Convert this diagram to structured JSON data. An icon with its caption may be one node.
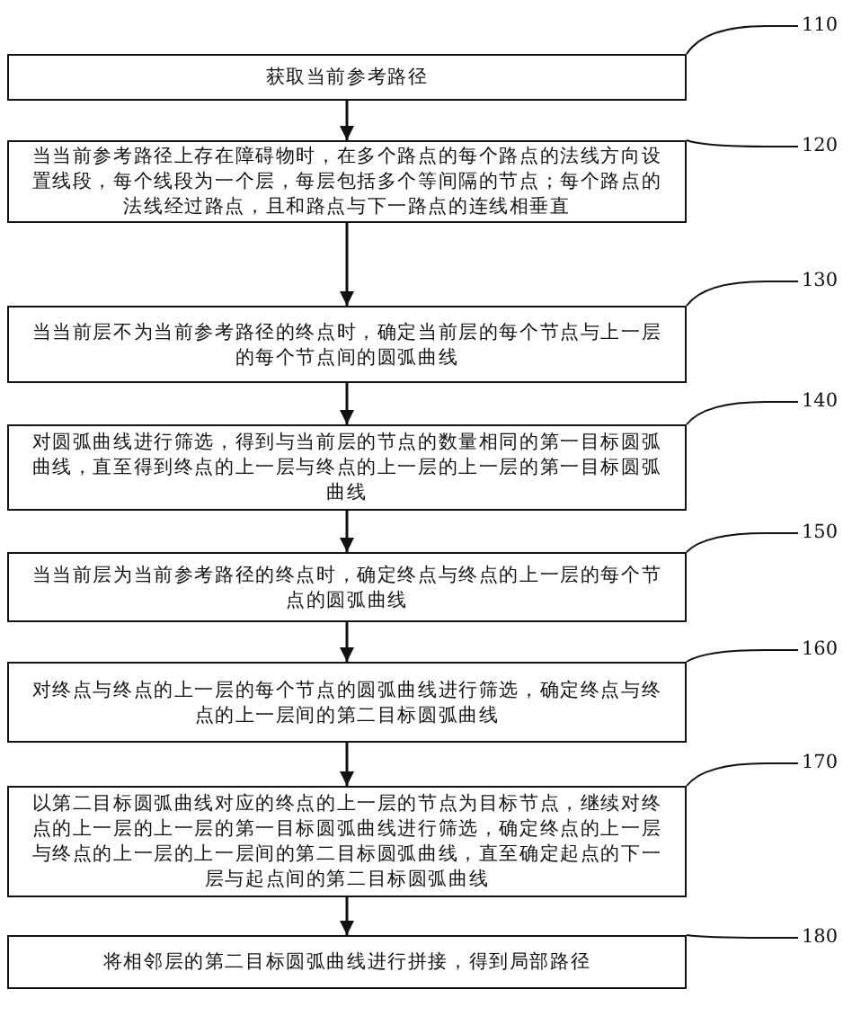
{
  "diagram": {
    "nodes": [
      {
        "text": [
          "获取当前参考路径"
        ]
      },
      {
        "text": [
          "当当前参考路径上存在障碍物时，在多个路点的每个路点的法线方向设置线段，每个线段为一个层，每层包括多个等间隔的节点；每个路点的法线经过路点，且和路点与下一路点的连线相垂直"
        ]
      },
      {
        "text": [
          "当当前层不为当前参考路径的终点时，确定当前层的每个节点与上一层的每个节点间的圆弧曲线"
        ]
      },
      {
        "text": [
          "对圆弧曲线进行筛选，得到与当前层的节点的数量相同的第一目标圆弧曲线，直至得到终点的上一层与终点的上一层的上一层的第一目标圆弧曲线"
        ]
      },
      {
        "text": [
          "当当前层为当前参考路径的终点时，确定终点与终点的上一层的每个节点的圆弧曲线"
        ]
      },
      {
        "text": [
          "对终点与终点的上一层的每个节点的圆弧曲线进行筛选，确定终点与终点的上一层间的第二目标圆弧曲线"
        ]
      },
      {
        "text": [
          "以第二目标圆弧曲线对应的终点的上一层的节点为目标节点，继续对终点的上一层的上一层的第一目标圆弧曲线进行筛选，确定终点的上一层与终点的上一层的上一层间的第二目标圆弧曲线，直至确定起点的下一层与起点间的第二目标圆弧曲线"
        ]
      },
      {
        "text": [
          "将相邻层的第二目标圆弧曲线进行拼接，得到局部路径"
        ]
      },
      {
        "text": [
          "110"
        ]
      },
      {
        "text": [
          "120"
        ]
      },
      {
        "text": [
          "130"
        ]
      },
      {
        "text": [
          "140"
        ]
      },
      {
        "text": [
          "150"
        ]
      },
      {
        "text": [
          "160"
        ]
      },
      {
        "text": [
          "170"
        ]
      },
      {
        "text": [
          "180"
        ]
      }
    ],
    "edges": [
      {
        "from": 0,
        "to": 1,
        "arrow": "to"
      },
      {
        "from": 1,
        "to": 2,
        "arrow": "to"
      },
      {
        "from": 2,
        "to": 3,
        "arrow": "to"
      },
      {
        "from": 3,
        "to": 4,
        "arrow": "to"
      },
      {
        "from": 4,
        "to": 5,
        "arrow": "to"
      },
      {
        "from": 5,
        "to": 6,
        "arrow": "to"
      },
      {
        "from": 6,
        "to": 7,
        "arrow": "to"
      },
      {
        "from": 8,
        "to": 0,
        "arrow": "none"
      },
      {
        "from": 9,
        "to": 1,
        "arrow": "none"
      },
      {
        "from": 10,
        "to": 2,
        "arrow": "none"
      },
      {
        "from": 11,
        "to": 3,
        "arrow": "none"
      },
      {
        "from": 12,
        "to": 4,
        "arrow": "none"
      },
      {
        "from": 13,
        "to": 5,
        "arrow": "none"
      },
      {
        "from": 14,
        "to": 6,
        "arrow": "none"
      },
      {
        "from": 15,
        "to": 7,
        "arrow": "none"
      }
    ]
  }
}
